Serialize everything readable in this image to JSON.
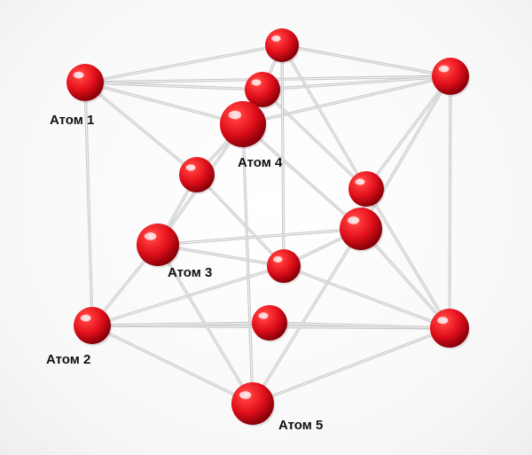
{
  "labels": {
    "atom1": "Атом 1",
    "atom2": "Атом 2",
    "atom3": "Атом 3",
    "atom4": "Атом 4",
    "atom5": "Атом 5"
  },
  "colors": {
    "sphere": "#e8101c",
    "rod": "#c9c9c9",
    "background": "#ffffff"
  }
}
